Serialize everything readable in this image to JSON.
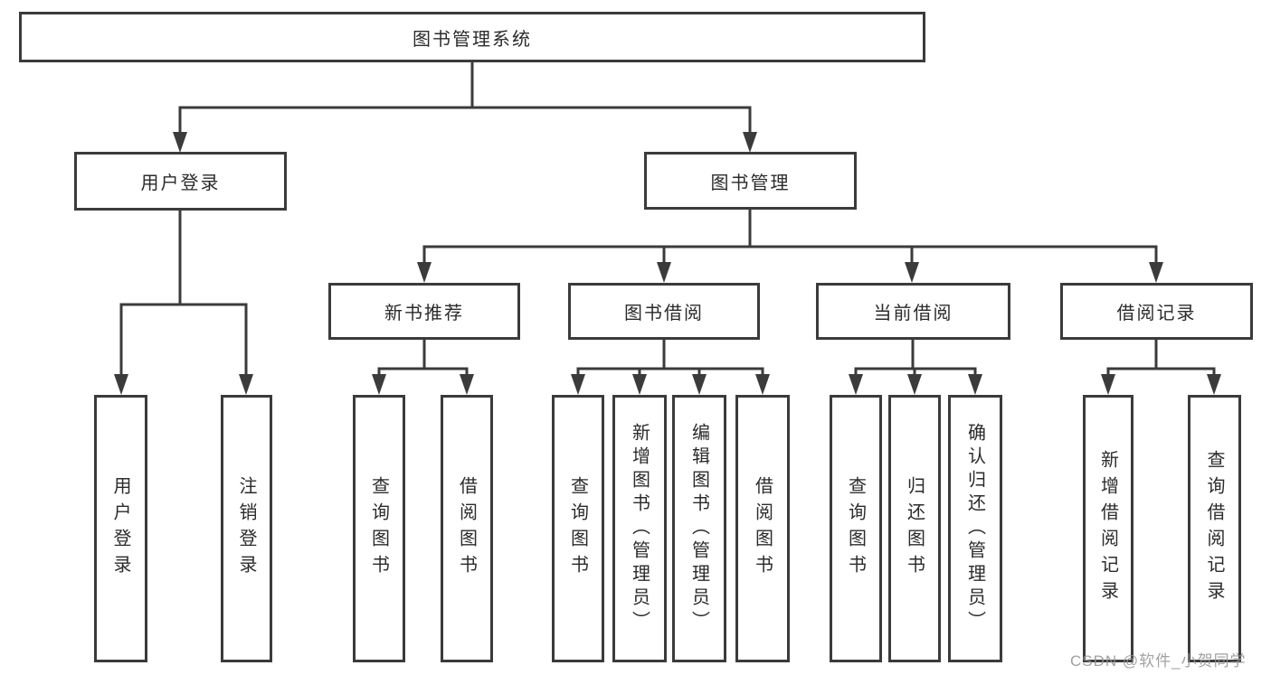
{
  "tree": {
    "root": "图书管理系统",
    "level2": [
      "用户登录",
      "图书管理"
    ],
    "level3": [
      "新书推荐",
      "图书借阅",
      "当前借阅",
      "借阅记录"
    ],
    "leaves_user": [
      "用户登录",
      "注销登录"
    ],
    "leaves_recommend": [
      "查询图书",
      "借阅图书"
    ],
    "leaves_borrow": [
      "查询图书",
      "新增图书（管理员）",
      "编辑图书（管理员）",
      "借阅图书"
    ],
    "leaves_current": [
      "查询图书",
      "归还图书",
      "确认归还（管理员）"
    ],
    "leaves_records": [
      "新增借阅记录",
      "查询借阅记录"
    ]
  },
  "watermark": "CSDN @软件_小贺同学",
  "colors": {
    "line": "#3b3b3b",
    "text": "#2b2b2b",
    "watermark": "#949494",
    "background": "#ffffff"
  }
}
